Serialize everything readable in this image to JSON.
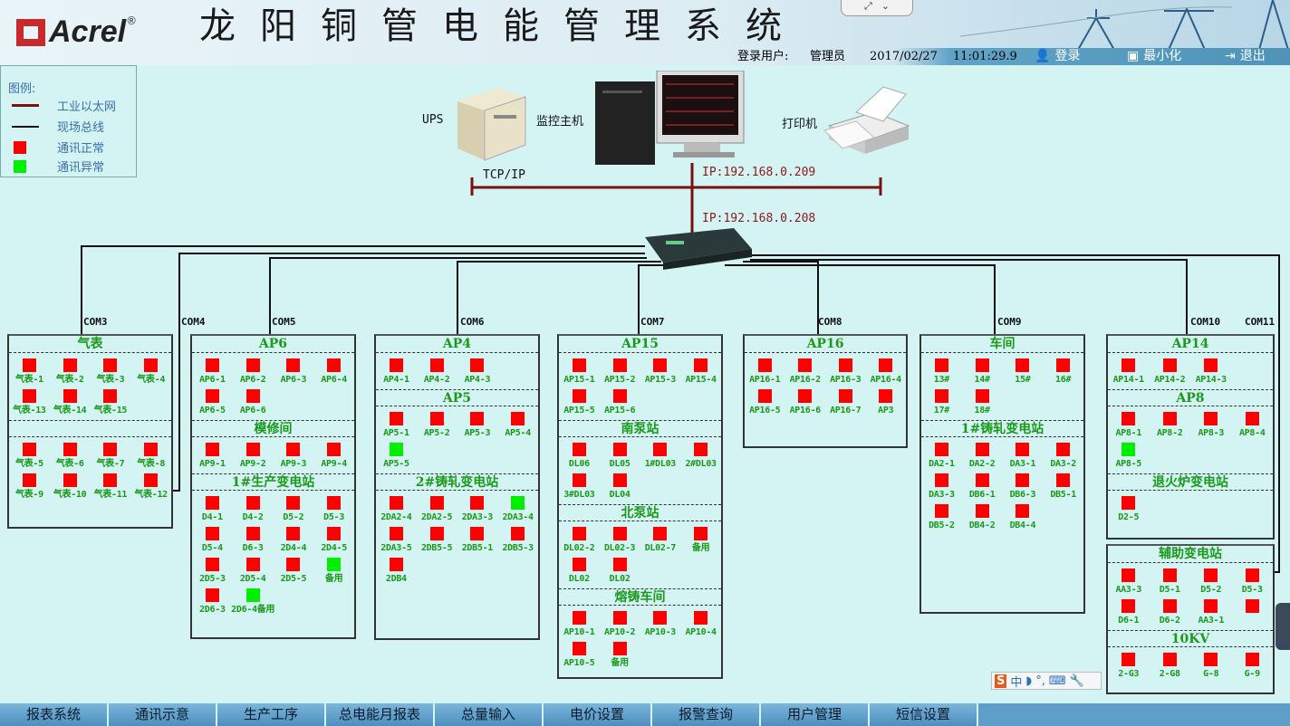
{
  "header": {
    "logo": "Acrel",
    "title": "龙阳铜管电能管理系统",
    "login_user_label": "登录用户:",
    "login_user": "管理员",
    "date": "2017/02/27",
    "time": "11:01:29.9",
    "login_btn": "登录",
    "minimize_btn": "最小化",
    "exit_btn": "退出"
  },
  "legend": {
    "title": "图例:",
    "items": [
      {
        "label": "工业以太网",
        "color": "#7a1010",
        "type": "line"
      },
      {
        "label": "现场总线",
        "color": "#111111",
        "type": "line"
      },
      {
        "label": "通讯正常",
        "color": "#ff0000",
        "type": "box"
      },
      {
        "label": "通讯异常",
        "color": "#00ee00",
        "type": "box"
      }
    ]
  },
  "topology": {
    "ups": "UPS",
    "host": "监控主机",
    "printer": "打印机",
    "tcpip": "TCP/IP",
    "ip_host": "IP:192.168.0.209",
    "ip_switch": "IP:192.168.0.208"
  },
  "coms": [
    "COM3",
    "COM4",
    "COM5",
    "COM6",
    "COM7",
    "COM8",
    "COM9",
    "COM10",
    "COM11"
  ],
  "colors": {
    "normal": "#ff0000",
    "fault": "#00ee00"
  },
  "panels": [
    {
      "sections": [
        {
          "title": "气表",
          "items": [
            [
              "气表-1",
              1
            ],
            [
              "气表-2",
              1
            ],
            [
              "气表-3",
              1
            ],
            [
              "气表-4",
              1
            ],
            [
              "气表-13",
              1
            ],
            [
              "气表-14",
              1
            ],
            [
              "气表-15",
              1
            ]
          ]
        },
        {
          "title": "",
          "items": [
            [
              "气表-5",
              1
            ],
            [
              "气表-6",
              1
            ],
            [
              "气表-7",
              1
            ],
            [
              "气表-8",
              1
            ],
            [
              "气表-9",
              1
            ],
            [
              "气表-10",
              1
            ],
            [
              "气表-11",
              1
            ],
            [
              "气表-12",
              1
            ]
          ]
        }
      ]
    },
    {
      "sections": [
        {
          "title": "AP6",
          "items": [
            [
              "AP6-1",
              1
            ],
            [
              "AP6-2",
              1
            ],
            [
              "AP6-3",
              1
            ],
            [
              "AP6-4",
              1
            ],
            [
              "AP6-5",
              1
            ],
            [
              "AP6-6",
              1
            ]
          ]
        },
        {
          "title": "模修间",
          "items": [
            [
              "AP9-1",
              1
            ],
            [
              "AP9-2",
              1
            ],
            [
              "AP9-3",
              1
            ],
            [
              "AP9-4",
              1
            ]
          ]
        },
        {
          "title": "1#生产变电站",
          "items": [
            [
              "D4-1",
              1
            ],
            [
              "D4-2",
              1
            ],
            [
              "D5-2",
              1
            ],
            [
              "D5-3",
              1
            ],
            [
              "D5-4",
              1
            ],
            [
              "D6-3",
              1
            ],
            [
              "2D4-4",
              1
            ],
            [
              "2D4-5",
              1
            ],
            [
              "2D5-3",
              1
            ],
            [
              "2D5-4",
              1
            ],
            [
              "2D5-5",
              1
            ],
            [
              "备用",
              0
            ],
            [
              "2D6-3",
              1
            ],
            [
              "2D6-4备用",
              0
            ]
          ]
        }
      ]
    },
    {
      "sections": [
        {
          "title": "AP4",
          "items": [
            [
              "AP4-1",
              1
            ],
            [
              "AP4-2",
              1
            ],
            [
              "AP4-3",
              1
            ]
          ]
        },
        {
          "title": "AP5",
          "items": [
            [
              "AP5-1",
              1
            ],
            [
              "AP5-2",
              1
            ],
            [
              "AP5-3",
              1
            ],
            [
              "AP5-4",
              1
            ],
            [
              "AP5-5",
              0
            ]
          ]
        },
        {
          "title": "2#铸轧变电站",
          "items": [
            [
              "2DA2-4",
              1
            ],
            [
              "2DA2-5",
              1
            ],
            [
              "2DA3-3",
              1
            ],
            [
              "2DA3-4",
              0
            ],
            [
              "2DA3-5",
              1
            ],
            [
              "2DB5-5",
              1
            ],
            [
              "2DB5-1",
              1
            ],
            [
              "2DB5-3",
              1
            ],
            [
              "2DB4",
              1
            ]
          ]
        }
      ]
    },
    {
      "sections": [
        {
          "title": "AP15",
          "items": [
            [
              "AP15-1",
              1
            ],
            [
              "AP15-2",
              1
            ],
            [
              "AP15-3",
              1
            ],
            [
              "AP15-4",
              1
            ],
            [
              "AP15-5",
              1
            ],
            [
              "AP15-6",
              1
            ]
          ]
        },
        {
          "title": "南泵站",
          "items": [
            [
              "DL06",
              1
            ],
            [
              "DL05",
              1
            ],
            [
              "1#DL03",
              1
            ],
            [
              "2#DL03",
              1
            ],
            [
              "3#DL03",
              1
            ],
            [
              "DL04",
              1
            ]
          ]
        },
        {
          "title": "北泵站",
          "items": [
            [
              "DL02-2",
              1
            ],
            [
              "DL02-3",
              1
            ],
            [
              "DL02-7",
              1
            ],
            [
              "备用",
              1
            ],
            [
              "DL02",
              1
            ],
            [
              "DL02",
              1
            ]
          ]
        },
        {
          "title": "熔铸车间",
          "items": [
            [
              "AP10-1",
              1
            ],
            [
              "AP10-2",
              1
            ],
            [
              "AP10-3",
              1
            ],
            [
              "AP10-4",
              1
            ],
            [
              "AP10-5",
              1
            ],
            [
              "备用",
              1
            ]
          ]
        }
      ]
    },
    {
      "sections": [
        {
          "title": "AP16",
          "items": [
            [
              "AP16-1",
              1
            ],
            [
              "AP16-2",
              1
            ],
            [
              "AP16-3",
              1
            ],
            [
              "AP16-4",
              1
            ],
            [
              "AP16-5",
              1
            ],
            [
              "AP16-6",
              1
            ],
            [
              "AP16-7",
              1
            ],
            [
              "AP3",
              1
            ]
          ]
        }
      ]
    },
    {
      "sections": [
        {
          "title": "车间",
          "items": [
            [
              "13#",
              1
            ],
            [
              "14#",
              1
            ],
            [
              "15#",
              1
            ],
            [
              "16#",
              1
            ],
            [
              "17#",
              1
            ],
            [
              "18#",
              1
            ]
          ]
        },
        {
          "title": "1#铸轧变电站",
          "items": [
            [
              "DA2-1",
              1
            ],
            [
              "DA2-2",
              1
            ],
            [
              "DA3-1",
              1
            ],
            [
              "DA3-2",
              1
            ],
            [
              "DA3-3",
              1
            ],
            [
              "DB6-1",
              1
            ],
            [
              "DB6-3",
              1
            ],
            [
              "DB5-1",
              1
            ],
            [
              "DB5-2",
              1
            ],
            [
              "DB4-2",
              1
            ],
            [
              "DB4-4",
              1
            ]
          ]
        }
      ]
    },
    {
      "sections": [
        {
          "title": "AP14",
          "items": [
            [
              "AP14-1",
              1
            ],
            [
              "AP14-2",
              1
            ],
            [
              "AP14-3",
              1
            ]
          ]
        },
        {
          "title": "AP8",
          "items": [
            [
              "AP8-1",
              1
            ],
            [
              "AP8-2",
              1
            ],
            [
              "AP8-3",
              1
            ],
            [
              "AP8-4",
              1
            ],
            [
              "AP8-5",
              0
            ]
          ]
        },
        {
          "title": "退火炉变电站",
          "items": [
            [
              "D2-5",
              1
            ]
          ]
        }
      ]
    },
    {
      "sections": [
        {
          "title": "辅助变电站",
          "items": [
            [
              "AA3-3",
              1
            ],
            [
              "D5-1",
              1
            ],
            [
              "D5-2",
              1
            ],
            [
              "D5-3",
              1
            ],
            [
              "D6-1",
              1
            ],
            [
              "D6-2",
              1
            ],
            [
              "AA3-1",
              1
            ],
            [
              "",
              1
            ]
          ]
        },
        {
          "title": "10KV",
          "items": [
            [
              "2-G3",
              1
            ],
            [
              "2-G8",
              1
            ],
            [
              "G-8",
              1
            ],
            [
              "G-9",
              1
            ]
          ]
        }
      ]
    }
  ],
  "tabs": [
    "报表系统",
    "通讯示意",
    "生产工序",
    "总电能月报表",
    "总量输入",
    "电价设置",
    "报警查询",
    "用户管理",
    "短信设置"
  ],
  "ime": {
    "lang": "中"
  }
}
